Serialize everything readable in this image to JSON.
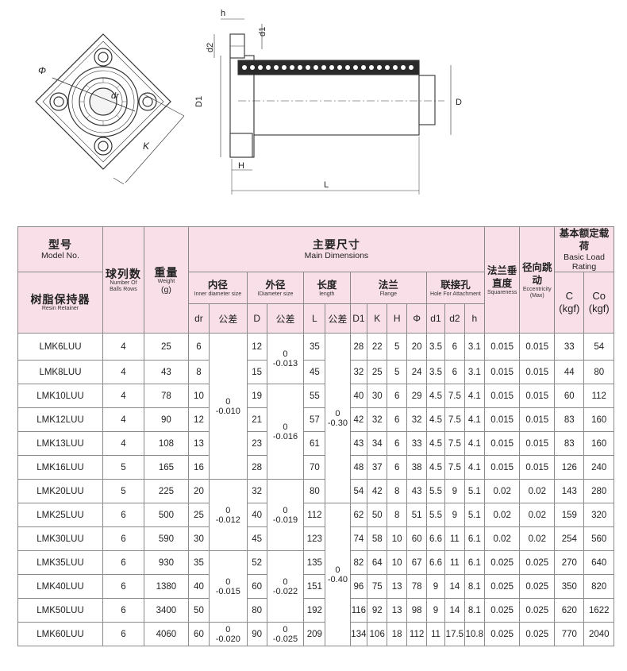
{
  "drawing": {
    "front_labels": [
      "Φ",
      "dr",
      "K"
    ],
    "side_labels": [
      "h",
      "d1",
      "d2",
      "D1",
      "D",
      "H",
      "L"
    ]
  },
  "header": {
    "model_zh": "型号",
    "model_en": "Model No.",
    "retainer_zh": "树脂保持器",
    "retainer_en": "Resin Retainer",
    "balls_zh": "球列数",
    "balls_en": "Number Of Balls Rows",
    "weight_zh": "重量",
    "weight_en": "Weight",
    "weight_unit": "(g)",
    "main_zh": "主要尺寸",
    "main_en": "Main Dimensions",
    "inner_zh": "内径",
    "inner_en": "Inner diameter size",
    "outer_zh": "外径",
    "outer_en": "IDiameter size",
    "length_zh": "长度",
    "length_en": "length",
    "flange_zh": "法兰",
    "flange_en": "Flange",
    "hole_zh": "联接孔",
    "hole_en": "Hole For Attachment",
    "square_zh": "法兰垂直度",
    "square_en": "Squareness",
    "radial_zh": "径向跳动",
    "radial_en": "Eccentricity (Max)",
    "load_zh": "基本额定载荷",
    "load_en": "Basic Load Rating",
    "c_label": "C",
    "c_unit": "(kgf)",
    "co_label": "Co",
    "co_unit": "(kgf)",
    "col_dr": "dr",
    "col_tol1": "公差",
    "col_D": "D",
    "col_tol2": "公差",
    "col_L": "L",
    "col_tol3": "公差",
    "col_D1": "D1",
    "col_K": "K",
    "col_H": "H",
    "col_phi": "Φ",
    "col_d1": "d1",
    "col_d2": "d2",
    "col_h": "h"
  },
  "tolerances": {
    "dr_a": [
      "0",
      "-0.010"
    ],
    "dr_b": [
      "0",
      "-0.012"
    ],
    "dr_c": [
      "0",
      "-0.015"
    ],
    "dr_d": [
      "0",
      "-0.020"
    ],
    "D_a": [
      "0",
      "-0.013"
    ],
    "D_b": [
      "0",
      "-0.016"
    ],
    "D_c": [
      "0",
      "-0.019"
    ],
    "D_d": [
      "0",
      "-0.022"
    ],
    "D_e": [
      "0",
      "-0.025"
    ],
    "L_a": [
      "0",
      "-0.30"
    ],
    "L_b": [
      "0",
      "-0.40"
    ]
  },
  "rows": [
    {
      "model": "LMK6LUU",
      "balls": "4",
      "weight": "25",
      "dr": "6",
      "D": "12",
      "L": "35",
      "D1": "28",
      "K": "22",
      "H": "5",
      "phi": "20",
      "d1": "3.5",
      "d2": "6",
      "h": "3.1",
      "sq": "0.015",
      "ecc": "0.015",
      "C": "33",
      "Co": "54"
    },
    {
      "model": "LMK8LUU",
      "balls": "4",
      "weight": "43",
      "dr": "8",
      "D": "15",
      "L": "45",
      "D1": "32",
      "K": "25",
      "H": "5",
      "phi": "24",
      "d1": "3.5",
      "d2": "6",
      "h": "3.1",
      "sq": "0.015",
      "ecc": "0.015",
      "C": "44",
      "Co": "80"
    },
    {
      "model": "LMK10LUU",
      "balls": "4",
      "weight": "78",
      "dr": "10",
      "D": "19",
      "L": "55",
      "D1": "40",
      "K": "30",
      "H": "6",
      "phi": "29",
      "d1": "4.5",
      "d2": "7.5",
      "h": "4.1",
      "sq": "0.015",
      "ecc": "0.015",
      "C": "60",
      "Co": "112"
    },
    {
      "model": "LMK12LUU",
      "balls": "4",
      "weight": "90",
      "dr": "12",
      "D": "21",
      "L": "57",
      "D1": "42",
      "K": "32",
      "H": "6",
      "phi": "32",
      "d1": "4.5",
      "d2": "7.5",
      "h": "4.1",
      "sq": "0.015",
      "ecc": "0.015",
      "C": "83",
      "Co": "160"
    },
    {
      "model": "LMK13LUU",
      "balls": "4",
      "weight": "108",
      "dr": "13",
      "D": "23",
      "L": "61",
      "D1": "43",
      "K": "34",
      "H": "6",
      "phi": "33",
      "d1": "4.5",
      "d2": "7.5",
      "h": "4.1",
      "sq": "0.015",
      "ecc": "0.015",
      "C": "83",
      "Co": "160"
    },
    {
      "model": "LMK16LUU",
      "balls": "5",
      "weight": "165",
      "dr": "16",
      "D": "28",
      "L": "70",
      "D1": "48",
      "K": "37",
      "H": "6",
      "phi": "38",
      "d1": "4.5",
      "d2": "7.5",
      "h": "4.1",
      "sq": "0.015",
      "ecc": "0.015",
      "C": "126",
      "Co": "240"
    },
    {
      "model": "LMK20LUU",
      "balls": "5",
      "weight": "225",
      "dr": "20",
      "D": "32",
      "L": "80",
      "D1": "54",
      "K": "42",
      "H": "8",
      "phi": "43",
      "d1": "5.5",
      "d2": "9",
      "h": "5.1",
      "sq": "0.02",
      "ecc": "0.02",
      "C": "143",
      "Co": "280"
    },
    {
      "model": "LMK25LUU",
      "balls": "6",
      "weight": "500",
      "dr": "25",
      "D": "40",
      "L": "112",
      "D1": "62",
      "K": "50",
      "H": "8",
      "phi": "51",
      "d1": "5.5",
      "d2": "9",
      "h": "5.1",
      "sq": "0.02",
      "ecc": "0.02",
      "C": "159",
      "Co": "320"
    },
    {
      "model": "LMK30LUU",
      "balls": "6",
      "weight": "590",
      "dr": "30",
      "D": "45",
      "L": "123",
      "D1": "74",
      "K": "58",
      "H": "10",
      "phi": "60",
      "d1": "6.6",
      "d2": "11",
      "h": "6.1",
      "sq": "0.02",
      "ecc": "0.02",
      "C": "254",
      "Co": "560"
    },
    {
      "model": "LMK35LUU",
      "balls": "6",
      "weight": "930",
      "dr": "35",
      "D": "52",
      "L": "135",
      "D1": "82",
      "K": "64",
      "H": "10",
      "phi": "67",
      "d1": "6.6",
      "d2": "11",
      "h": "6.1",
      "sq": "0.025",
      "ecc": "0.025",
      "C": "270",
      "Co": "640"
    },
    {
      "model": "LMK40LUU",
      "balls": "6",
      "weight": "1380",
      "dr": "40",
      "D": "60",
      "L": "151",
      "D1": "96",
      "K": "75",
      "H": "13",
      "phi": "78",
      "d1": "9",
      "d2": "14",
      "h": "8.1",
      "sq": "0.025",
      "ecc": "0.025",
      "C": "350",
      "Co": "820"
    },
    {
      "model": "LMK50LUU",
      "balls": "6",
      "weight": "3400",
      "dr": "50",
      "D": "80",
      "L": "192",
      "D1": "116",
      "K": "92",
      "H": "13",
      "phi": "98",
      "d1": "9",
      "d2": "14",
      "h": "8.1",
      "sq": "0.025",
      "ecc": "0.025",
      "C": "620",
      "Co": "1622"
    },
    {
      "model": "LMK60LUU",
      "balls": "6",
      "weight": "4060",
      "dr": "60",
      "D": "90",
      "L": "209",
      "D1": "134",
      "K": "106",
      "H": "18",
      "phi": "112",
      "d1": "11",
      "d2": "17.5",
      "h": "10.8",
      "sq": "0.025",
      "ecc": "0.025",
      "C": "770",
      "Co": "2040"
    }
  ]
}
